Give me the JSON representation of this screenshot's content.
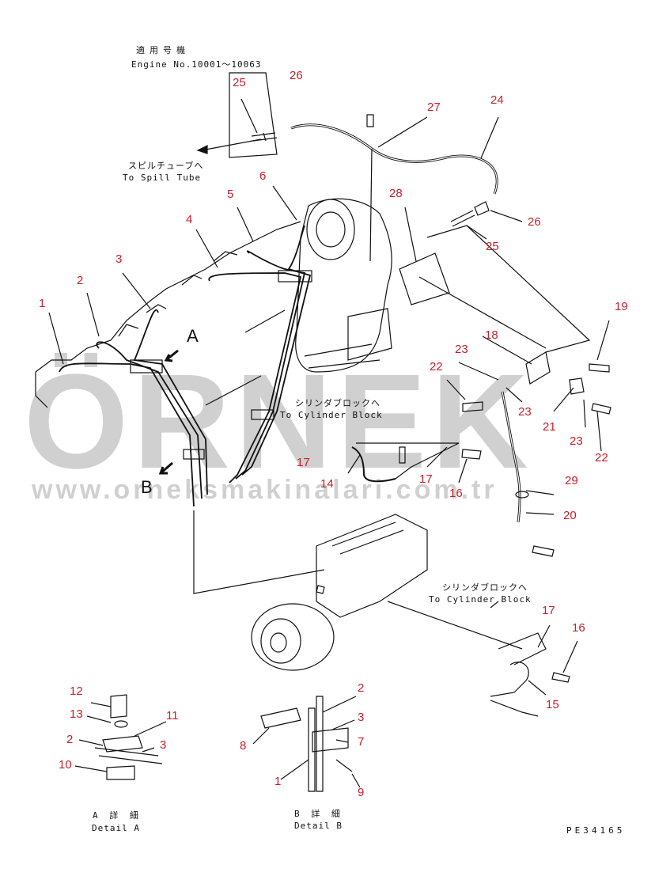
{
  "header": {
    "applicable_jp": "適用号機",
    "engine_no": "Engine No.10001～10063"
  },
  "annotations": {
    "spill_tube_jp": "スピルチューブへ",
    "spill_tube_en": "To Spill Tube",
    "cyl_block_jp_1": "シリンダブロックへ",
    "cyl_block_en_1": "To Cylinder Block",
    "cyl_block_jp_2": "シリンダブロックへ",
    "cyl_block_en_2": "To Cylinder Block",
    "view_a": "A",
    "view_b": "B",
    "detail_a_jp": "A 詳 細",
    "detail_a_en": "Detail A",
    "detail_b_jp": "B 詳 細",
    "detail_b_en": "Detail B",
    "drawing_no": "PE34165"
  },
  "watermark": {
    "brand": "ÖRNEK",
    "site": "www.orneksmakinalari.com.tr"
  },
  "callouts": [
    "25",
    "26",
    "27",
    "24",
    "6",
    "5",
    "28",
    "26",
    "25",
    "4",
    "3",
    "2",
    "1",
    "19",
    "18",
    "23",
    "22",
    "23",
    "21",
    "23",
    "22",
    "17",
    "14",
    "17",
    "16",
    "29",
    "20",
    "17",
    "16",
    "15",
    "12",
    "13",
    "11",
    "2",
    "3",
    "10",
    "2",
    "3",
    "7",
    "8",
    "9",
    "1"
  ],
  "colors": {
    "callout": "#c8202a",
    "ink": "#111111"
  }
}
